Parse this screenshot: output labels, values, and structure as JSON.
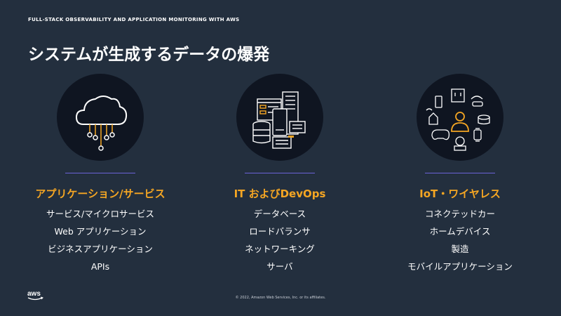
{
  "header": {
    "label": "FULL-STACK OBSERVABILITY  AND APPLICATION  MONITORING WITH AWS"
  },
  "title": "システムが生成するデータの爆発",
  "columns": [
    {
      "icon": "cloud-network-icon",
      "title": "アプリケーション/サービス",
      "items": [
        "サービス/マイクロサービス",
        "Web アプリケーション",
        "ビジネスアプリケーション",
        "APIs"
      ]
    },
    {
      "icon": "it-devops-icon",
      "title": "IT およびDevOps",
      "items": [
        "データベース",
        "ロードバランサ",
        "ネットワーキング",
        "サーバ"
      ]
    },
    {
      "icon": "iot-devices-icon",
      "title": "IoT・ワイヤレス",
      "items": [
        "コネクテッドカー",
        "ホームデバイス",
        "製造",
        "モバイルアプリケーション"
      ]
    }
  ],
  "footer": {
    "copyright": "© 2022, Amazon Web Services, Inc. or its affiliates.",
    "logo": "aws"
  },
  "colors": {
    "background": "#232f3e",
    "accent": "#f5a623",
    "divider": "#6b63d8"
  }
}
